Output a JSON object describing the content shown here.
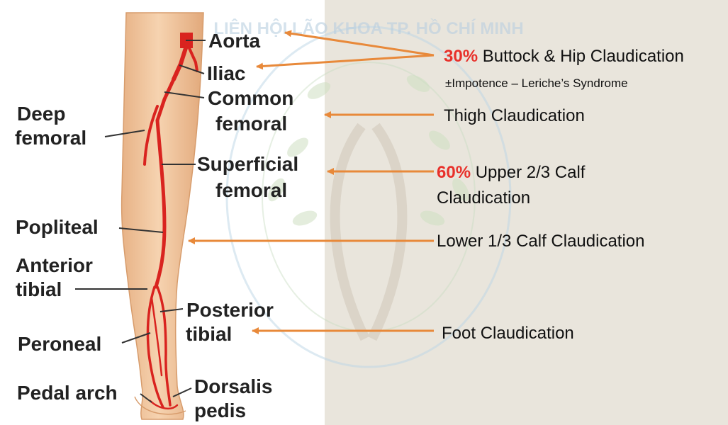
{
  "watermark": {
    "text": "LIÊN HỘI LÃO KHOA TP. HỒ CHÍ MINH"
  },
  "labels": {
    "aorta": "Aorta",
    "iliac": "Iliac",
    "common_femoral_1": "Common",
    "common_femoral_2": "femoral",
    "deep_femoral_1": "Deep",
    "deep_femoral_2": "femoral",
    "superficial_femoral_1": "Superficial",
    "superficial_femoral_2": "femoral",
    "popliteal": "Popliteal",
    "anterior_tibial_1": "Anterior",
    "anterior_tibial_2": "tibial",
    "posterior_tibial_1": "Posterior",
    "posterior_tibial_2": "tibial",
    "peroneal": "Peroneal",
    "pedal_arch": "Pedal arch",
    "dorsalis_pedis_1": "Dorsalis",
    "dorsalis_pedis_2": "pedis"
  },
  "claudication": {
    "buttock_pct": "30%",
    "buttock_text": "Buttock & Hip Claudication",
    "impotence_symbol": "±",
    "impotence_text": "Impotence – Leriche’s Syndrome",
    "thigh_text": "Thigh Claudication",
    "upper_calf_pct": "60%",
    "upper_calf_text_1": "Upper 2/3 Calf",
    "upper_calf_text_2": "Claudication",
    "lower_calf_text": "Lower 1/3 Calf Claudication",
    "foot_text": "Foot Claudication"
  },
  "colors": {
    "arrow": "#e8893a",
    "artery": "#d9231f",
    "percent": "#e8302a",
    "skin": "#f1c59a",
    "panel": "#e9e5dc"
  }
}
